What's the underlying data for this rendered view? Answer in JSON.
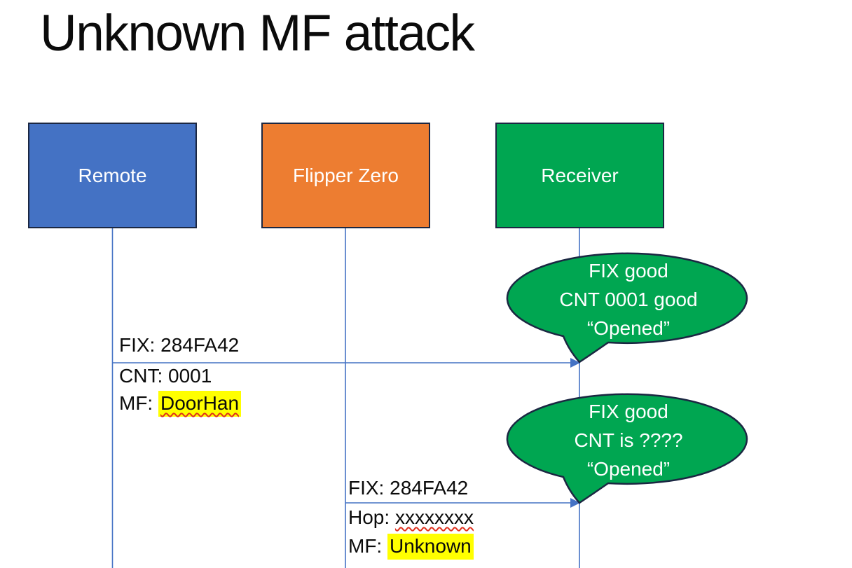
{
  "title": "Unknown MF attack",
  "colors": {
    "accent_blue": "#4472C4",
    "accent_orange": "#ED7D31",
    "accent_green": "#00A651",
    "outline_navy": "#1B2742",
    "connector_blue": "#4472C4",
    "highlight_yellow": "#FFFF00",
    "spellcheck_red": "#E0301E",
    "text_white": "#FFFFFF",
    "text_black": "#0B0B0B"
  },
  "actors": [
    {
      "label": "Remote"
    },
    {
      "label": "Flipper Zero"
    },
    {
      "label": "Receiver"
    }
  ],
  "messages": [
    {
      "line1": "FIX: 284FA42",
      "line2": "CNT: 0001",
      "line3_prefix": "MF: ",
      "line3_value": "DoorHan"
    },
    {
      "line1": "FIX: 284FA42",
      "line2_prefix": "Hop: ",
      "line2_value": "xxxxxxxx",
      "line3_prefix": "MF: ",
      "line3_value": "Unknown"
    }
  ],
  "callouts": [
    {
      "line1": "FIX good",
      "line2": "CNT 0001 good",
      "line3": "“Opened”"
    },
    {
      "line1": "FIX good",
      "line2": "CNT is ????",
      "line3": "“Opened”"
    }
  ]
}
